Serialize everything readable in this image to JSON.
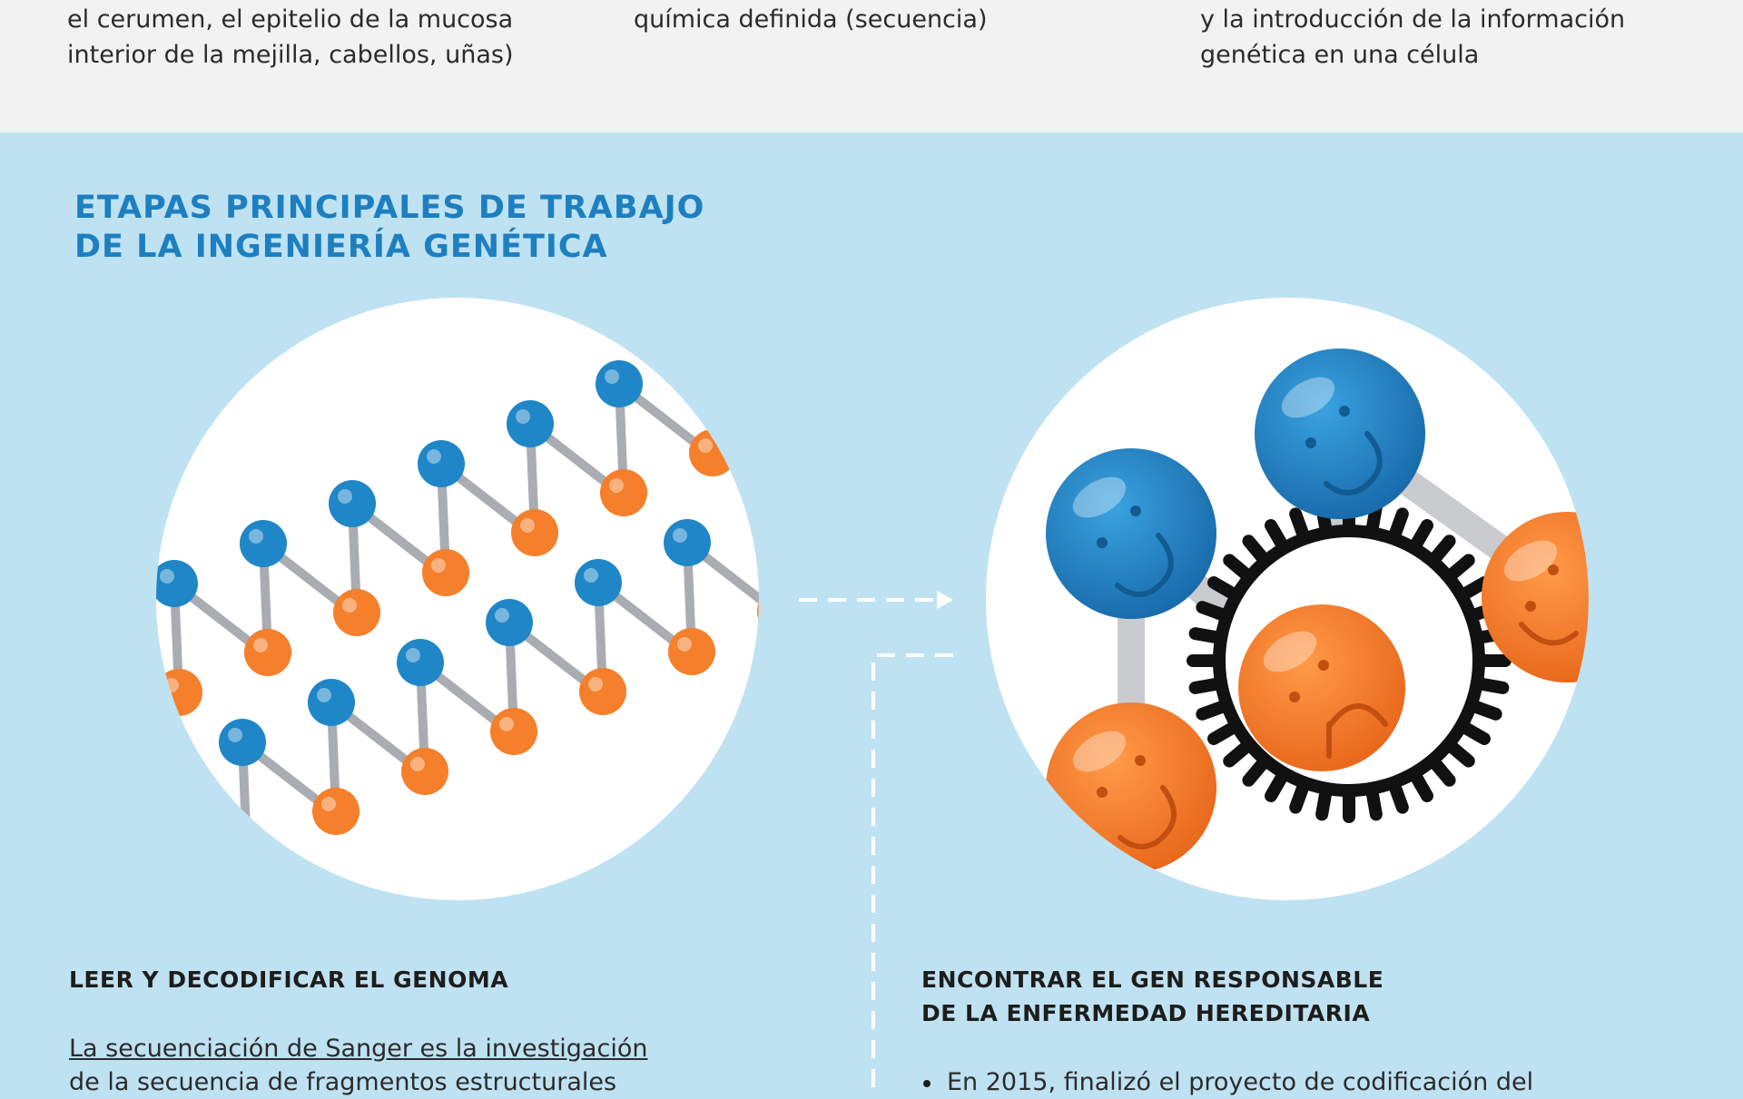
{
  "top": {
    "col1": "el cerumen, el epitelio de la mucosa\ninterior de la mejilla, cabellos, uñas)",
    "col2": "química definida (secuencia)",
    "col3": "y la introducción de la información\ngenética en una célula"
  },
  "section": {
    "title": "ETAPAS PRINCIPALES DE TRABAJO\nDE LA INGENIERÍA GENÉTICA"
  },
  "stage1": {
    "heading": "LEER Y DECODIFICAR EL GENOMA",
    "link_text": "La secuenciación de Sanger es la investigación ",
    "text": "de la secuencia de fragmentos estructurales"
  },
  "stage2": {
    "heading": "ENCONTRAR EL GEN RESPONSABLE\nDE LA ENFERMEDAD HEREDITARIA",
    "bullets": [
      "En 2015, finalizó el proyecto de codificación del"
    ]
  },
  "colors": {
    "background": "#bfe2f3",
    "top_band": "#f2f2f2",
    "title_blue": "#1d7fc0",
    "nucleotide_blue": "#1f86c7",
    "nucleotide_orange": "#f57f2a",
    "bond_gray": "#a9acb0"
  },
  "icons": {
    "left_circle": "dna-strand-illustration",
    "right_circle": "defective-gene-illustration",
    "arrow": "dashed-arrow-icon"
  }
}
